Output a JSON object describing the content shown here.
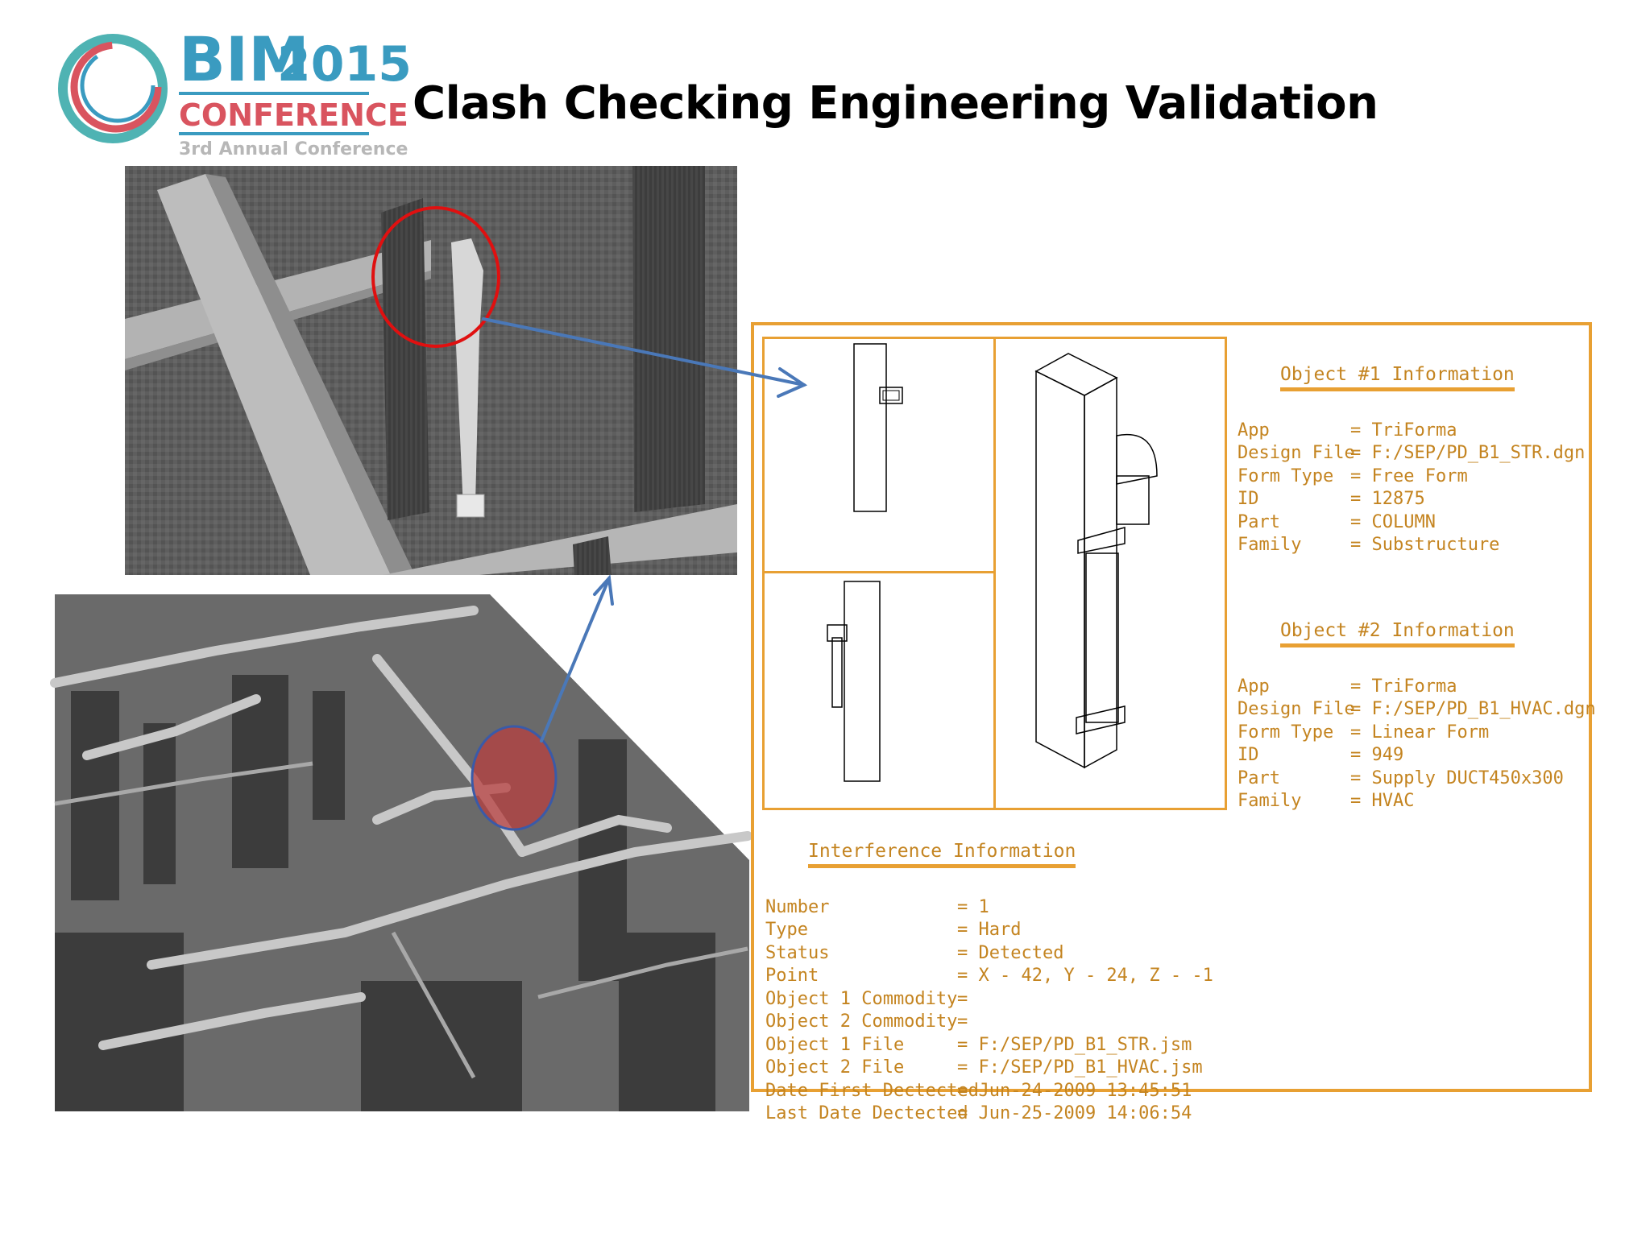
{
  "logo": {
    "bim": "BIM",
    "year": "2015",
    "conference": "CONFERENCE",
    "subtitle": "3rd Annual Conference"
  },
  "slide": {
    "title": "Clash Checking Engineering Validation"
  },
  "colors": {
    "accent_orange": "#e8a033",
    "report_text": "#c48420",
    "logo_blue": "#3a9bc0",
    "logo_red": "#d9545f",
    "highlight_red": "#e01010",
    "arrow_blue": "#4a78b8"
  },
  "report": {
    "object1": {
      "heading": "Object #1 Information",
      "fields": [
        {
          "key": "App",
          "value": "= TriForma"
        },
        {
          "key": "Design File",
          "value": "= F:/SEP/PD_B1_STR.dgn"
        },
        {
          "key": "Form Type",
          "value": "= Free Form"
        },
        {
          "key": "ID",
          "value": "= 12875"
        },
        {
          "key": "Part",
          "value": "= COLUMN"
        },
        {
          "key": "Family",
          "value": "= Substructure"
        }
      ]
    },
    "object2": {
      "heading": "Object #2 Information",
      "fields": [
        {
          "key": "App",
          "value": "= TriForma"
        },
        {
          "key": "Design File",
          "value": "= F:/SEP/PD_B1_HVAC.dgn"
        },
        {
          "key": "Form Type",
          "value": "= Linear Form"
        },
        {
          "key": "ID",
          "value": "= 949"
        },
        {
          "key": "Part",
          "value": "= Supply DUCT450x300"
        },
        {
          "key": "Family",
          "value": "= HVAC"
        }
      ]
    },
    "interference": {
      "heading": "Interference Information",
      "fields": [
        {
          "key": "Number",
          "value": "= 1"
        },
        {
          "key": "Type",
          "value": "= Hard"
        },
        {
          "key": "Status",
          "value": "= Detected"
        },
        {
          "key": "Point",
          "value": "= X - 42, Y - 24, Z - -1"
        },
        {
          "key": "Object 1 Commodity",
          "value": "="
        },
        {
          "key": "Object 2 Commodity",
          "value": "="
        },
        {
          "key": "Object 1 File",
          "value": "= F:/SEP/PD_B1_STR.jsm"
        },
        {
          "key": "Object 2 File",
          "value": "= F:/SEP/PD_B1_HVAC.jsm"
        },
        {
          "key": "Date First Dectected",
          "value": "= Jun-24-2009 13:45:51"
        },
        {
          "key": "Last Date Dectected",
          "value": "= Jun-25-2009 14:06:54"
        }
      ]
    }
  }
}
